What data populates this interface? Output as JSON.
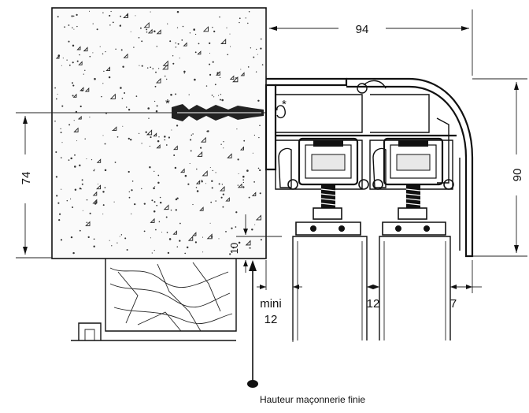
{
  "drawing": {
    "dimensions": {
      "width_top": "94",
      "height_left": "74",
      "height_right": "90",
      "gap_small": "10",
      "mini_line1": "mini",
      "mini_line2": "12",
      "spacing_mid": "12",
      "spacing_right": "7"
    },
    "markers": {
      "fixing_left": "*",
      "fixing_right": "*"
    },
    "caption": "Hauteur maçonnerie finie"
  }
}
